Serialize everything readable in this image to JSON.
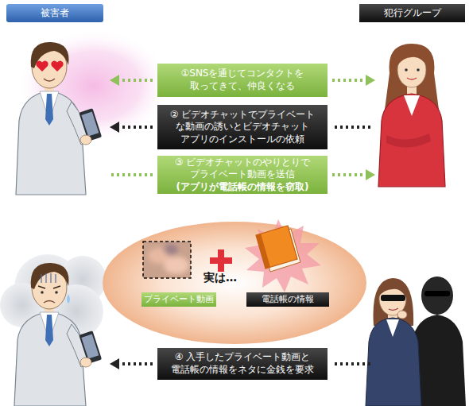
{
  "diagram": {
    "nodes": [
      {
        "text": [
          "被害者"
        ]
      },
      {
        "text": [
          "犯行グループ"
        ]
      },
      {
        "text": [
          "①SNSを通じてコンタクトを 取ってきて、仲良くなる"
        ]
      },
      {
        "text": [
          "② ビデオチャットでプライベート な動画の誘いとビデオチャット アプリのインストールの依頼"
        ]
      },
      {
        "text": [
          "③ ビデオチャットのやりとりで プライベート動画を送信",
          "(アプリが電話帳の情報を窃取)"
        ]
      },
      {
        "text": [
          "実は…"
        ]
      },
      {
        "text": [
          "プライベート動画"
        ],
        "in": 5
      },
      {
        "text": [
          "電話帳の情報"
        ],
        "in": 5
      },
      {
        "text": [
          "④ 入手したプライベート動画と 電話帳の情報をネタに金銭を要求"
        ]
      }
    ]
  }
}
